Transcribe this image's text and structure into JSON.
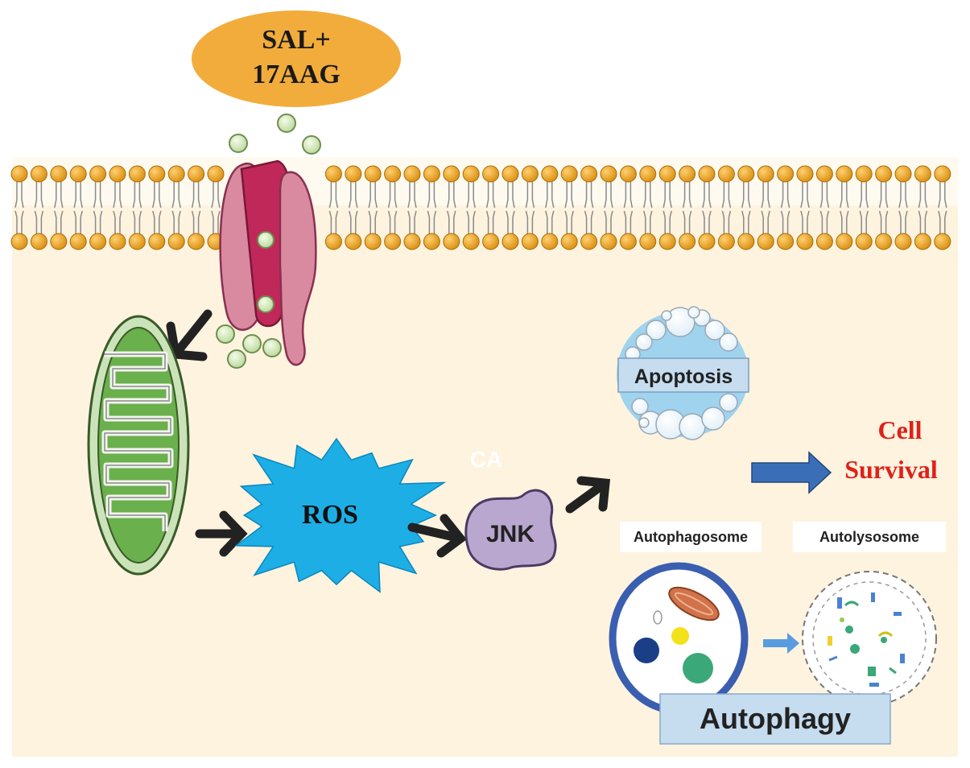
{
  "drug": {
    "line1": "SAL+",
    "line2": "17AAG"
  },
  "nodes": {
    "ros": "ROS",
    "jnk": "JNK",
    "apoptosis": "Apoptosis",
    "autophagosome": "Autophagosome",
    "autolysosome": "Autolysosome",
    "autophagy": "Autophagy",
    "watermark": "CA"
  },
  "outcome": {
    "line1": "Cell",
    "line2": "Survival"
  },
  "colors": {
    "cytoplasm": "#fdf3df",
    "membrane_head": "#e8a018",
    "channel": "#c0285a",
    "ros_burst": "#1eaee6",
    "jnk_blob": "#b9a7cf",
    "outcome_text": "#e0201a",
    "blue_arrow": "#3a6fb8",
    "mito_green": "#6ab04c",
    "label_box": "#c6dcef"
  }
}
